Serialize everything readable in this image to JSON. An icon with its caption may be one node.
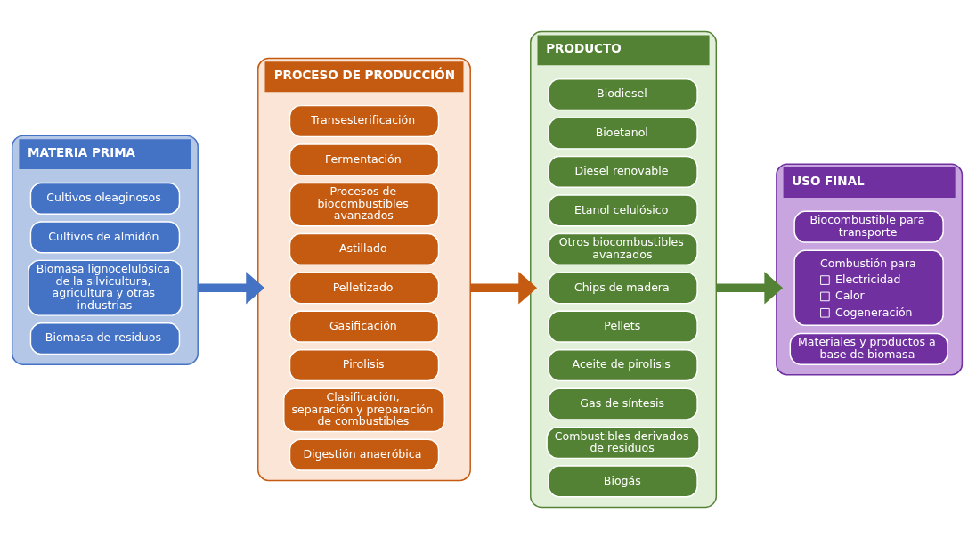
{
  "diagram": {
    "nodes": [
      {
        "text": [
          "MATERIA PRIMA"
        ]
      },
      {
        "text": [
          "Cultivos oleaginosos"
        ],
        "in": 0
      },
      {
        "text": [
          "Cultivos de almidón"
        ],
        "in": 0
      },
      {
        "text": [
          "Biomasa lignocelulósica de la silvicultura, agricultura y otras industrias"
        ],
        "in": 0
      },
      {
        "text": [
          "Biomasa de residuos"
        ],
        "in": 0
      },
      {
        "text": [
          "PROCESO DE PRODUCCIÓN"
        ]
      },
      {
        "text": [
          "Transesterificación"
        ],
        "in": 5
      },
      {
        "text": [
          "Fermentación"
        ],
        "in": 5
      },
      {
        "text": [
          "Procesos de biocombustibles avanzados"
        ],
        "in": 5
      },
      {
        "text": [
          "Astillado"
        ],
        "in": 5
      },
      {
        "text": [
          "Pelletizado"
        ],
        "in": 5
      },
      {
        "text": [
          "Gasificación"
        ],
        "in": 5
      },
      {
        "text": [
          "Pirolisis"
        ],
        "in": 5
      },
      {
        "text": [
          "Clasificación, separación y preparación de combustibles"
        ],
        "in": 5
      },
      {
        "text": [
          "Digestión anaeróbica"
        ],
        "in": 5
      },
      {
        "text": [
          "PRODUCTO"
        ]
      },
      {
        "text": [
          "Biodiesel"
        ],
        "in": 15
      },
      {
        "text": [
          "Bioetanol"
        ],
        "in": 15
      },
      {
        "text": [
          "Diesel renovable"
        ],
        "in": 15
      },
      {
        "text": [
          "Etanol celulósico"
        ],
        "in": 15
      },
      {
        "text": [
          "Otros biocombustibles avanzados"
        ],
        "in": 15
      },
      {
        "text": [
          "Chips de madera"
        ],
        "in": 15
      },
      {
        "text": [
          "Pellets"
        ],
        "in": 15
      },
      {
        "text": [
          "Aceite de pirolisis"
        ],
        "in": 15
      },
      {
        "text": [
          "Gas de síntesis"
        ],
        "in": 15
      },
      {
        "text": [
          "Combustibles derivados de residuos"
        ],
        "in": 15
      },
      {
        "text": [
          "Biogás"
        ],
        "in": 15
      },
      {
        "text": [
          "USO FINAL"
        ]
      },
      {
        "text": [
          "Biocombustible para transporte"
        ],
        "in": 27
      },
      {
        "text": [
          "Combustión para",
          "Electricidad",
          "Calor",
          "Cogeneración"
        ],
        "in": 27
      },
      {
        "text": [
          "Materiales y productos a base de biomasa"
        ],
        "in": 27
      }
    ],
    "edges": [
      {
        "from": 0,
        "to": 5,
        "arrow": "to",
        "color": "#4472c4"
      },
      {
        "from": 5,
        "to": 15,
        "arrow": "to",
        "color": "#c55a11"
      },
      {
        "from": 15,
        "to": 27,
        "arrow": "to",
        "color": "#548235"
      }
    ]
  }
}
